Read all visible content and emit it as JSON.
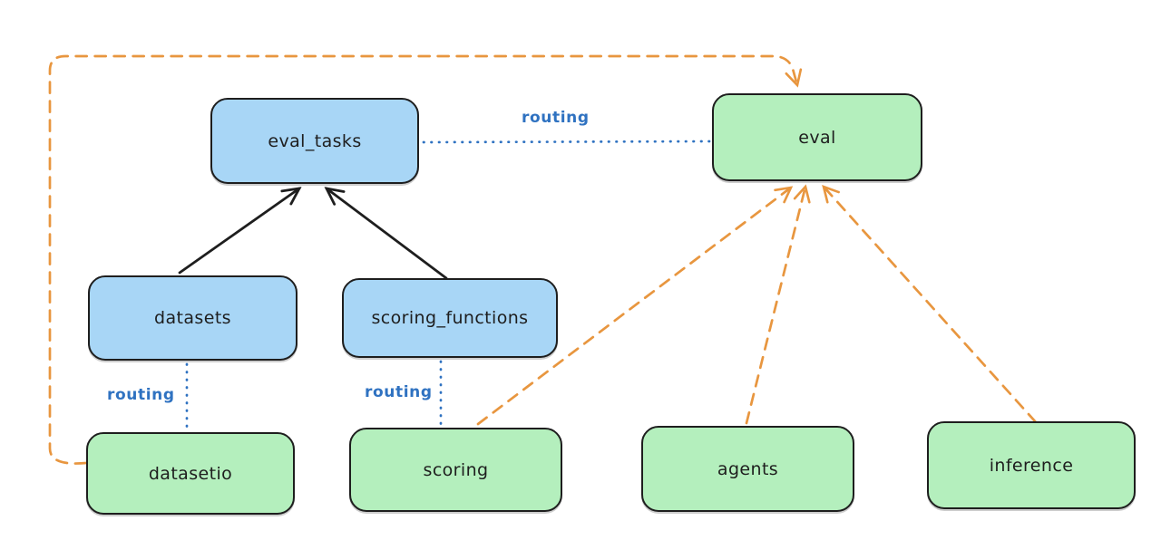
{
  "diagram": {
    "background_color": "#ffffff",
    "colors": {
      "api_box_fill": "#a8d6f6",
      "provider_box_fill": "#b4efbd",
      "box_stroke": "#1e1e1e",
      "routing_blue": "#2f72c1",
      "dependency_orange": "#e8963f",
      "solid_arrow_black": "#1e1e1e"
    },
    "nodes": [
      {
        "id": "eval_tasks",
        "label": "eval_tasks",
        "kind": "api"
      },
      {
        "id": "eval",
        "label": "eval",
        "kind": "provider"
      },
      {
        "id": "datasets",
        "label": "datasets",
        "kind": "api"
      },
      {
        "id": "scoring_functions",
        "label": "scoring_functions",
        "kind": "api"
      },
      {
        "id": "datasetio",
        "label": "datasetio",
        "kind": "provider"
      },
      {
        "id": "scoring",
        "label": "scoring",
        "kind": "provider"
      },
      {
        "id": "agents",
        "label": "agents",
        "kind": "provider"
      },
      {
        "id": "inference",
        "label": "inference",
        "kind": "provider"
      }
    ],
    "routing_labels": [
      "routing",
      "routing",
      "routing"
    ],
    "edges": [
      {
        "from": "datasets",
        "to": "eval_tasks",
        "style": "solid-arrow",
        "color": "#1e1e1e"
      },
      {
        "from": "scoring_functions",
        "to": "eval_tasks",
        "style": "solid-arrow",
        "color": "#1e1e1e"
      },
      {
        "from": "eval_tasks",
        "to": "eval",
        "style": "dotted",
        "label": "routing",
        "color": "#2f72c1"
      },
      {
        "from": "datasets",
        "to": "datasetio",
        "style": "dotted",
        "label": "routing",
        "color": "#2f72c1"
      },
      {
        "from": "scoring_functions",
        "to": "scoring",
        "style": "dotted",
        "label": "routing",
        "color": "#2f72c1"
      },
      {
        "from": "datasetio",
        "to": "eval",
        "style": "dashed-arrow",
        "color": "#e8963f"
      },
      {
        "from": "scoring",
        "to": "eval",
        "style": "dashed-arrow",
        "color": "#e8963f"
      },
      {
        "from": "agents",
        "to": "eval",
        "style": "dashed-arrow",
        "color": "#e8963f"
      },
      {
        "from": "inference",
        "to": "eval",
        "style": "dashed-arrow",
        "color": "#e8963f"
      }
    ]
  }
}
